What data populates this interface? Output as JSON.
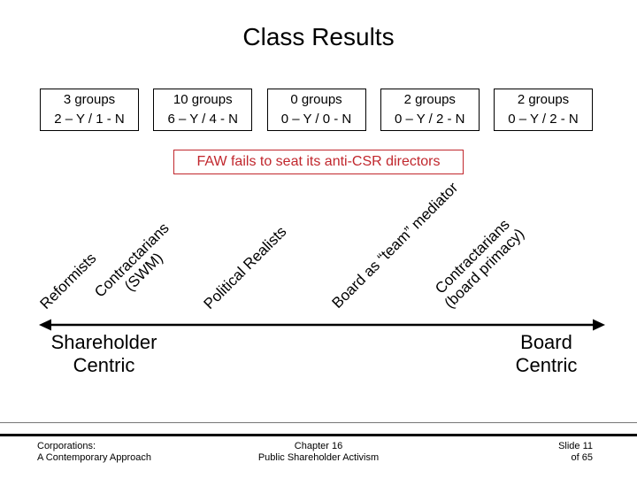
{
  "slide": {
    "title": "Class Results",
    "group_boxes": [
      {
        "line1": "3 groups",
        "line2": "2 – Y / 1 - N"
      },
      {
        "line1": "10 groups",
        "line2": "6 – Y / 4 - N"
      },
      {
        "line1": "0 groups",
        "line2": "0 – Y / 0 - N"
      },
      {
        "line1": "2 groups",
        "line2": "0 – Y / 2 - N"
      },
      {
        "line1": "2 groups",
        "line2": "0 – Y / 2 - N"
      }
    ],
    "callout": "FAW fails to seat its anti-CSR directors",
    "spectrum_labels": {
      "reformists": {
        "line1": "Reformists"
      },
      "contractarians_swm": {
        "line1": "Contractarians",
        "line2": "(SWM)"
      },
      "political_realists": {
        "line1": "Political Realists"
      },
      "board_team_mediator": {
        "line1": "Board as “team” mediator"
      },
      "contractarians_board": {
        "line1": "Contractarians",
        "line2": "(board primacy)"
      }
    },
    "axis": {
      "left_line1": "Shareholder",
      "left_line2": "Centric",
      "right_line1": "Board",
      "right_line2": "Centric"
    },
    "footer": {
      "left_line1": "Corporations:",
      "left_line2": "A Contemporary Approach",
      "center_line1": "Chapter 16",
      "center_line2": "Public Shareholder Activism",
      "right_line1": "Slide 11",
      "right_line2": "of 65"
    },
    "colors": {
      "accent_red": "#c1272d",
      "text": "#000000"
    }
  }
}
